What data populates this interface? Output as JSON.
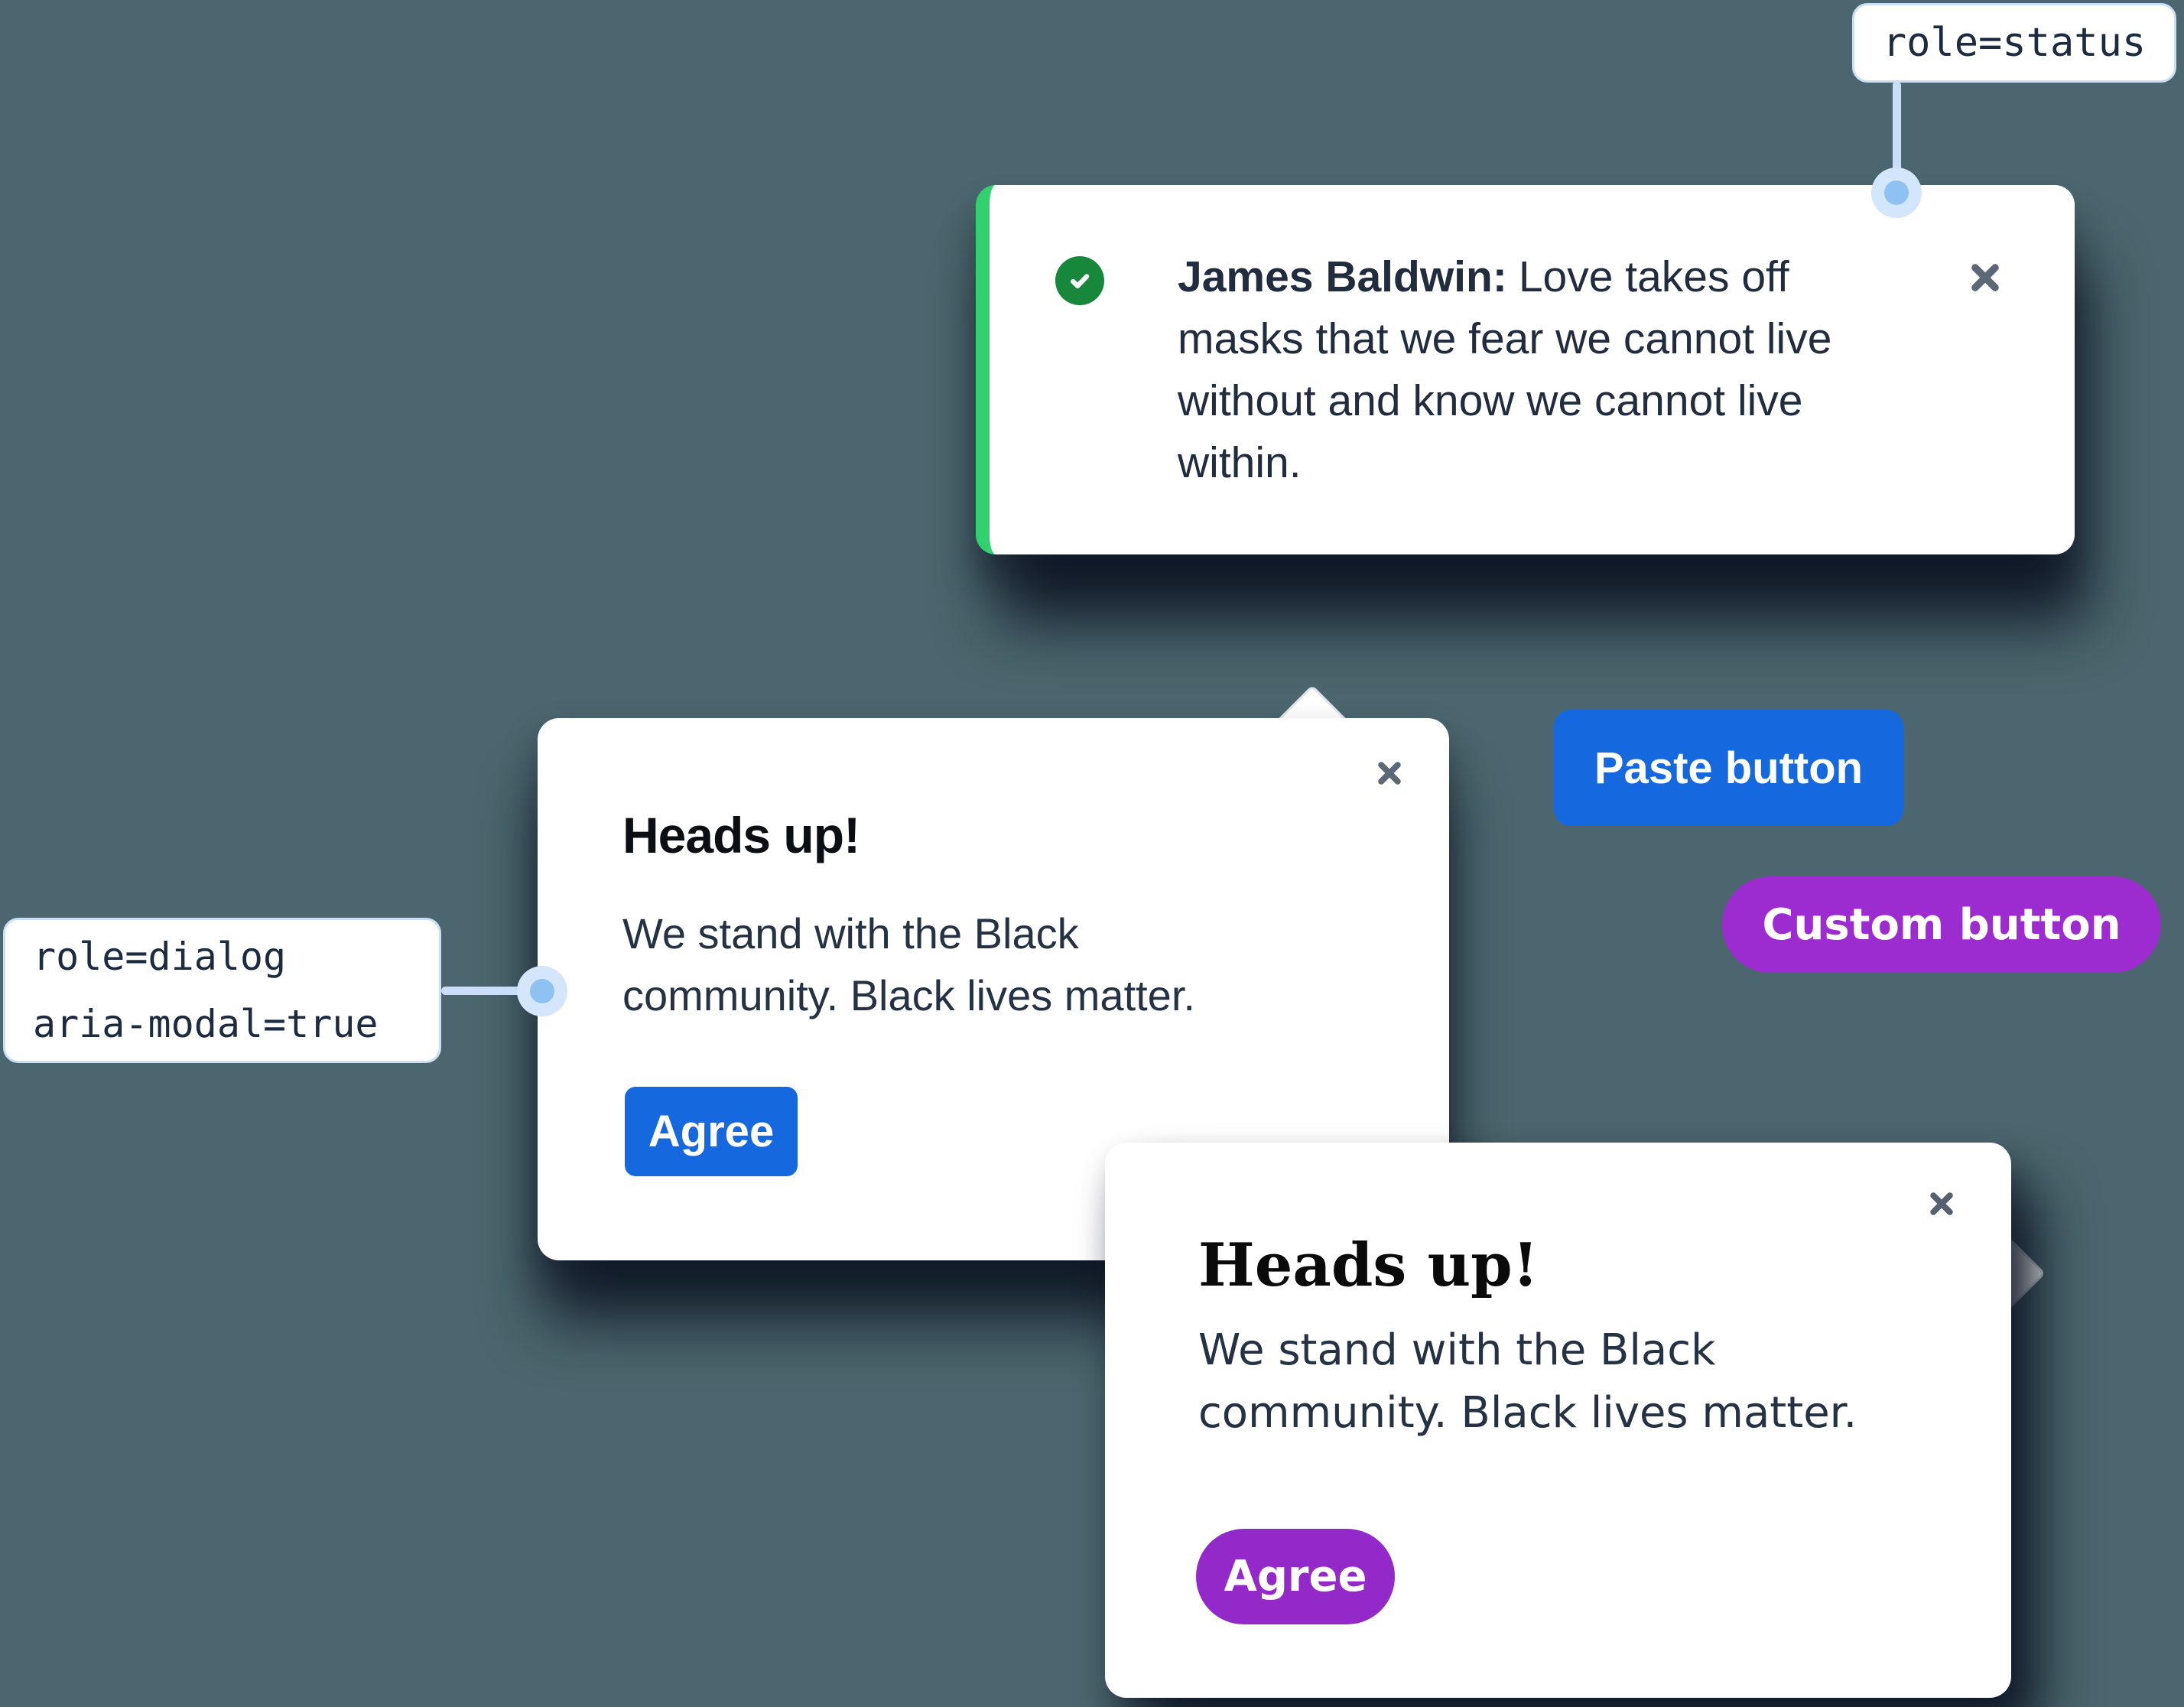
{
  "colors": {
    "background": "#4B666E",
    "accent_blue": "#1668DE",
    "custom_button_purple": "#9C2BD0",
    "themed_agree_purple": "#9429C9",
    "toast_stripe_green": "#32D06F",
    "check_badge_green": "#17873B",
    "body_text": "#212D3E",
    "close_icon_gray": "#5C6876",
    "connector_blue": "#C9DFF9",
    "dot_inner_blue": "#8FC2F2",
    "dot_outer_blue": "#D3E6FC",
    "label_border_blue": "#C9DFF7"
  },
  "annotations": {
    "status_role_label": "role=status",
    "dialog_role_line1": "role=dialog",
    "dialog_role_line2": "aria-modal=true"
  },
  "toast": {
    "author": "James Baldwin:",
    "lines": [
      "Love takes off",
      "masks that we fear we cannot live",
      "without and know we cannot live",
      "within."
    ],
    "status_icon": "check-circle",
    "close_icon": "x-mark"
  },
  "standalone_buttons": {
    "paste": "Paste button",
    "custom": "Custom button"
  },
  "dialog_plain": {
    "title": "Heads up!",
    "body_lines": [
      "We stand with the Black",
      "community. Black lives matter."
    ],
    "agree": "Agree",
    "close_icon": "x-mark"
  },
  "dialog_themed": {
    "title": "Heads up!",
    "body_lines": [
      "We stand with the Black",
      "community. Black lives matter."
    ],
    "agree": "Agree",
    "close_icon": "x-mark"
  }
}
